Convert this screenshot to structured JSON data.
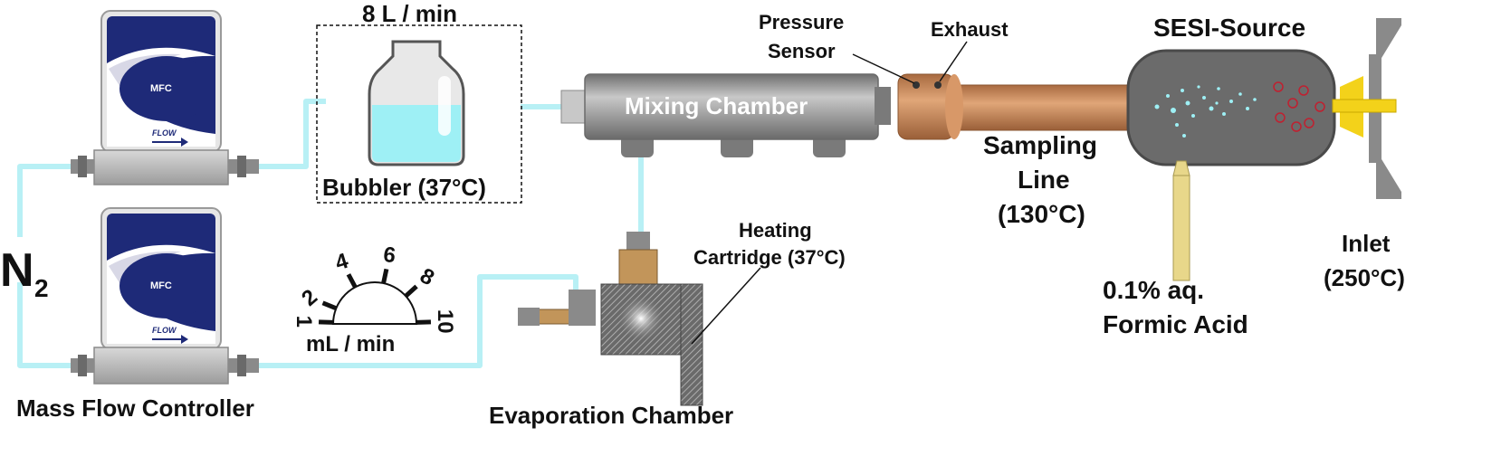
{
  "labels": {
    "n2_main": "N",
    "n2_sub": "2",
    "mfc": "MFC",
    "flow": "FLOW",
    "mass_flow_controller": "Mass Flow Controller",
    "flow_rate": "8 L / min",
    "bubbler": "Bubbler (37°C)",
    "mixing_chamber": "Mixing Chamber",
    "pressure_sensor_line1": "Pressure",
    "pressure_sensor_line2": "Sensor",
    "exhaust": "Exhaust",
    "sampling_line1": "Sampling",
    "sampling_line2": "Line",
    "sampling_line3": "(130°C)",
    "sesi_source": "SESI-Source",
    "formic_acid_line1": "0.1% aq.",
    "formic_acid_line2": "Formic Acid",
    "inlet_line1": "Inlet",
    "inlet_line2": "(250°C)",
    "heating_line1": "Heating",
    "heating_line2": "Cartridge (37°C)",
    "evaporation_chamber": "Evaporation Chamber",
    "dial_unit": "mL / min",
    "dial_ticks": [
      "1",
      "2",
      "4",
      "6",
      "8",
      "10"
    ]
  },
  "colors": {
    "tube": "#b8f0f5",
    "mfc_blue": "#1e2a78",
    "liquid": "#9ef0f5",
    "chamber_gray": "#8c8c8c",
    "sampling_copper": "#c8875a",
    "sesi_body": "#6b6b6b",
    "inlet_yellow": "#f3d21a",
    "formic_needle": "#e8d78a",
    "ion_red": "#c02030"
  }
}
